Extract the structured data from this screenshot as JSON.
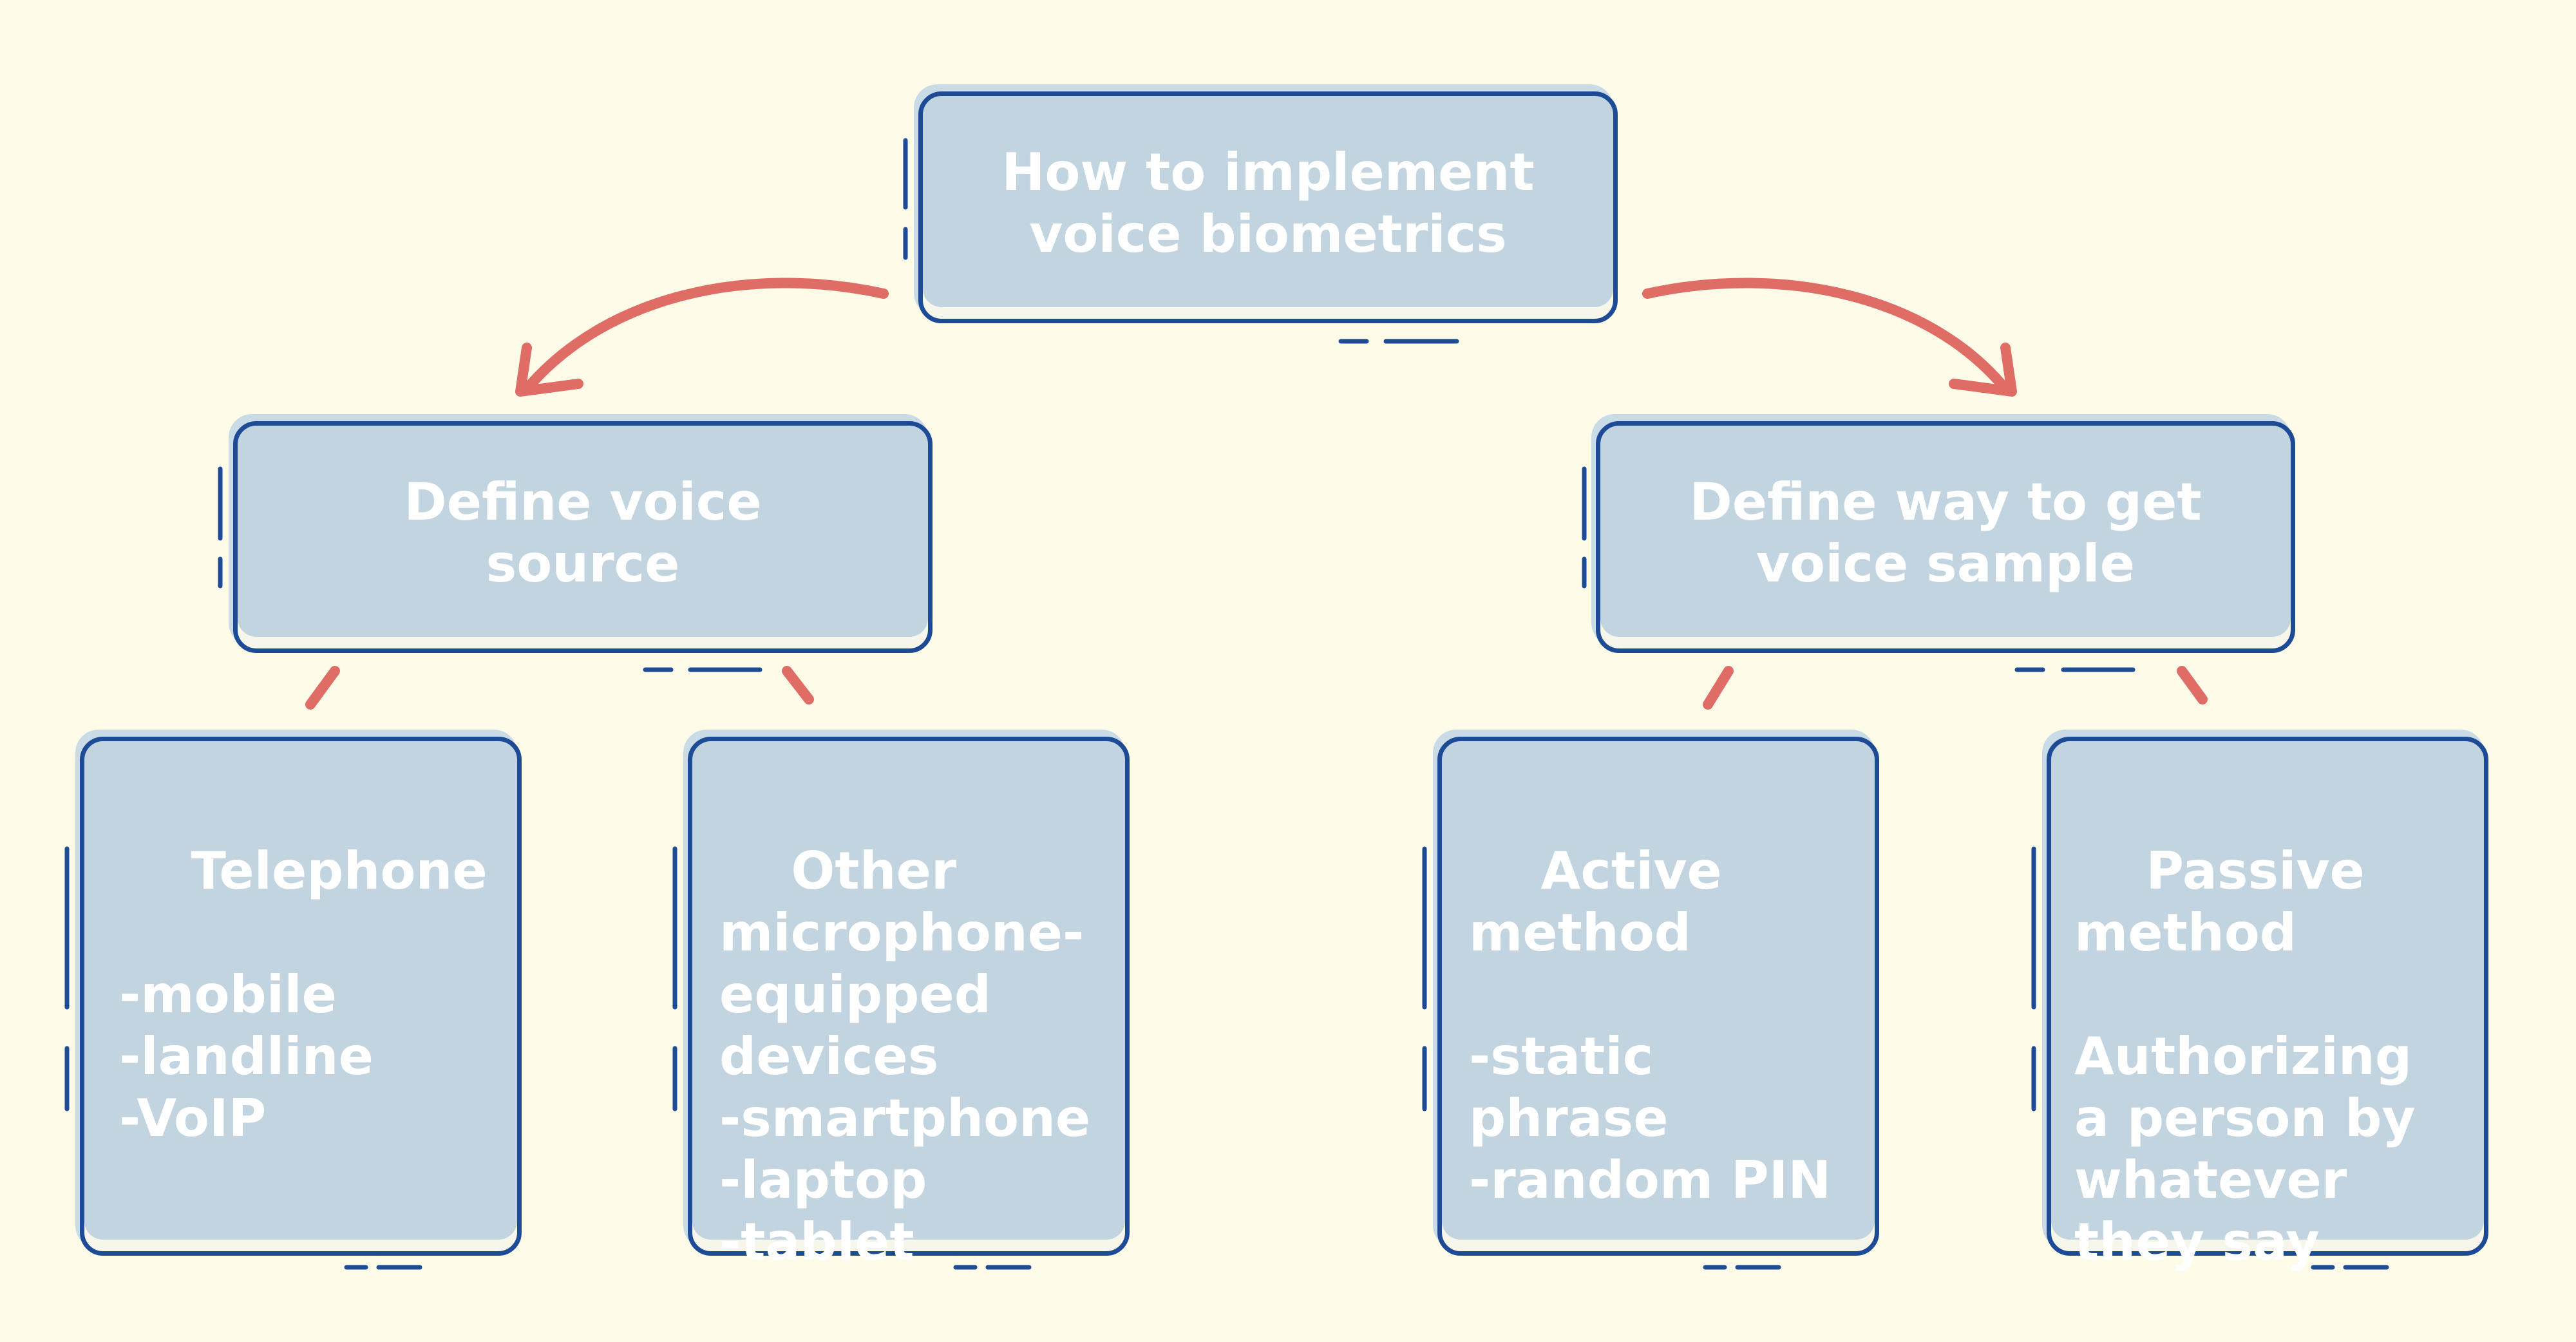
{
  "diagram": {
    "root": {
      "title": "How to implement\nvoice biometrics"
    },
    "branches": [
      {
        "title": "Define voice\nsource",
        "children": [
          {
            "text": "Telephone\n\n-mobile\n-landline\n-VoIP"
          },
          {
            "text": "Other\nmicrophone-\nequipped\ndevices\n-smartphone\n-laptop\n-tablet"
          }
        ]
      },
      {
        "title": "Define way to get\nvoice sample",
        "children": [
          {
            "text": "Active\nmethod\n\n-static phrase\n-random PIN"
          },
          {
            "text": "Passive\nmethod\n\nAuthorizing\na person by\nwhatever\nthey say"
          }
        ]
      }
    ]
  },
  "colors": {
    "background": "#fefbe8",
    "box_fill": "#c1d4df",
    "box_border": "#1e4b95",
    "box_text": "#ffffff",
    "arrow": "#e06c66"
  }
}
